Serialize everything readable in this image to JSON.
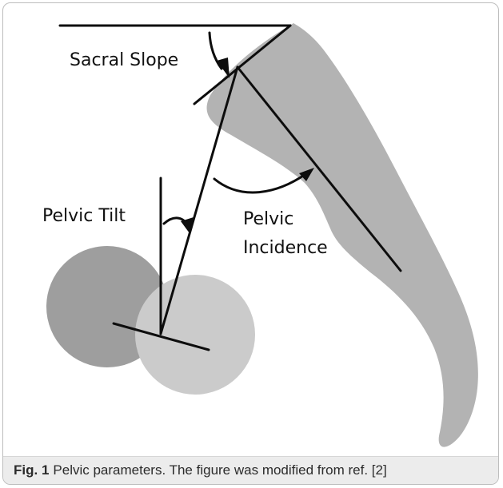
{
  "diagram": {
    "labels": {
      "sacral_slope": "Sacral Slope",
      "pelvic_tilt": "Pelvic Tilt",
      "pelvic_incidence_line1": "Pelvic",
      "pelvic_incidence_line2": "Incidence"
    },
    "colors": {
      "sacrum_fill": "#b3b3b3",
      "femoral_head_left": "#9e9e9e",
      "femoral_head_right": "#cbcbcb",
      "line_color": "#0d0d0d"
    }
  },
  "caption": {
    "label": "Fig. 1",
    "text": "Pelvic parameters. The figure was modified from ref. [2]"
  }
}
